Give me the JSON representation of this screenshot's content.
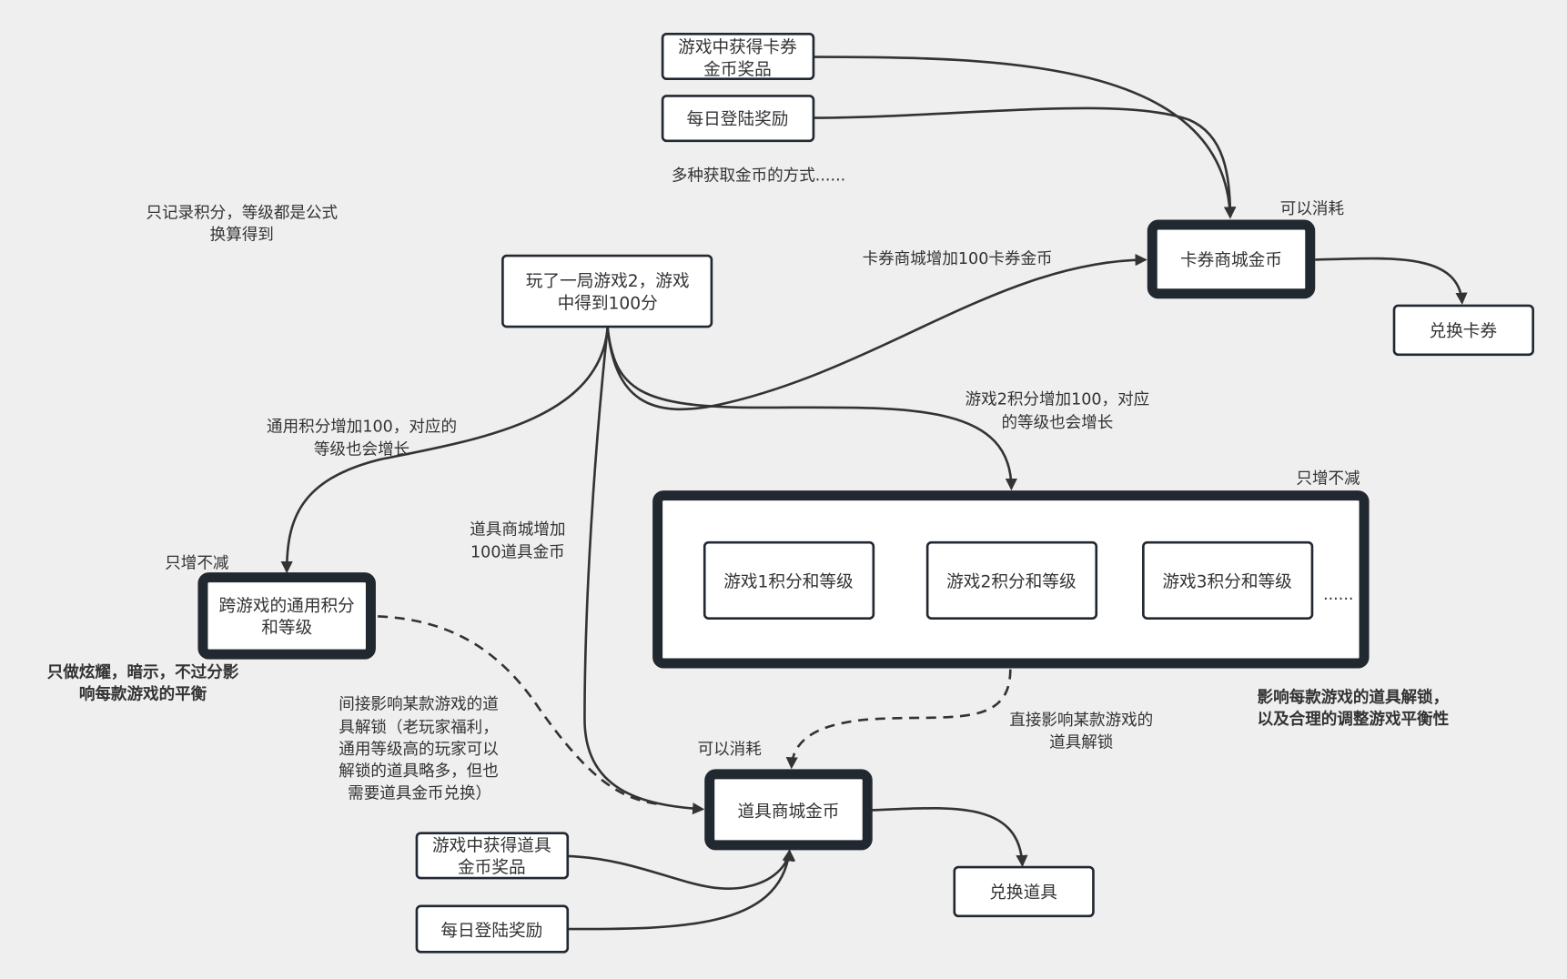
{
  "colors": {
    "background": "#efefef",
    "stroke": "#212830",
    "text": "#333333",
    "node_fill": "#ffffff"
  },
  "nodes": {
    "card_game_reward": [
      "游戏中获得卡券",
      "金币奖品"
    ],
    "card_daily_login": [
      "每日登陆奖励"
    ],
    "card_other_ways": "多种获取金币的方式......",
    "card_coin": [
      "卡券商城金币"
    ],
    "card_exchange": [
      "兑换卡券"
    ],
    "play_game": [
      "玩了一局游戏2，游戏",
      "中得到100分"
    ],
    "universal_points": [
      "跨游戏的通用积分",
      "和等级"
    ],
    "game_container_items": [
      [
        "游戏1积分和等级"
      ],
      [
        "游戏2积分和等级"
      ],
      [
        "游戏3积分和等级"
      ]
    ],
    "game_container_more": "......",
    "prop_coin": [
      "道具商城金币"
    ],
    "prop_exchange": [
      "兑换道具"
    ],
    "prop_game_reward": [
      "游戏中获得道具",
      "金币奖品"
    ],
    "prop_daily_login": [
      "每日登陆奖励"
    ]
  },
  "labels": {
    "formula_note": [
      "只记录积分，等级都是公式",
      "换算得到"
    ],
    "card_consumable": "可以消耗",
    "card_edge": "卡券商城增加100卡券金币",
    "universal_edge": [
      "通用积分增加100，对应的",
      "等级也会增长"
    ],
    "prop_edge": [
      "道具商城增加",
      "100道具金币"
    ],
    "game2_edge": [
      "游戏2积分增加100，对应",
      "的等级也会增长"
    ],
    "container_only_increase": "只增不减",
    "universal_only_increase": "只增不减",
    "universal_note": [
      "只做炫耀，暗示，不过分影",
      "响每款游戏的平衡"
    ],
    "indirect_note": [
      "间接影响某款游戏的道",
      "具解锁（老玩家福利，",
      "通用等级高的玩家可以",
      "解锁的道具略多，但也",
      "需要道具金币兑换）"
    ],
    "direct_note": [
      "直接影响某款游戏的",
      "道具解锁"
    ],
    "container_note": [
      "影响每款游戏的道具解锁，",
      "以及合理的调整游戏平衡性"
    ],
    "prop_consumable": "可以消耗"
  }
}
